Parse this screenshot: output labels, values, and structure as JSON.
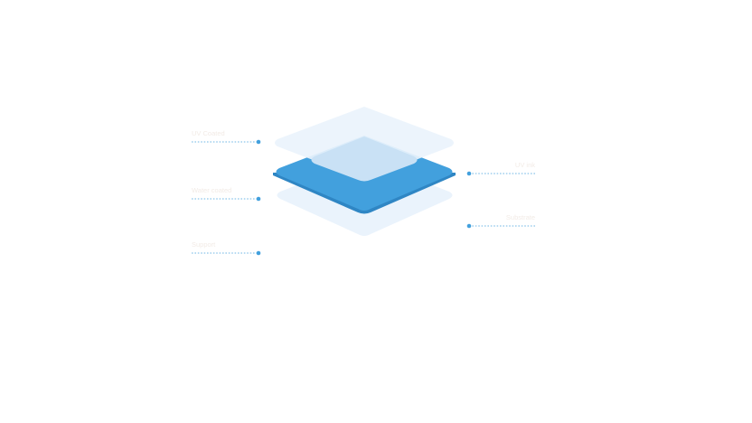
{
  "colors": {
    "background": "#ffffff",
    "top_layer": "#eaf3fc",
    "window_inner": "#c9e1f5",
    "main_layer": "#42a0dd",
    "main_layer_edge": "#2f86c4",
    "bottom_layer": "#eaf3fc",
    "connector": "#42a0dd",
    "label_text": "#f2ebe6"
  },
  "labels": {
    "left_1": "UV Coated",
    "left_2": "Water coated",
    "left_3": "Support",
    "right_1": "UV ink",
    "right_2": "Substrate"
  },
  "layers": [
    {
      "name": "top-layer",
      "icon": "diamond-plate"
    },
    {
      "name": "window-inner",
      "icon": "diamond-window"
    },
    {
      "name": "main-layer",
      "icon": "diamond-plate"
    },
    {
      "name": "bottom-layer",
      "icon": "diamond-plate"
    }
  ]
}
